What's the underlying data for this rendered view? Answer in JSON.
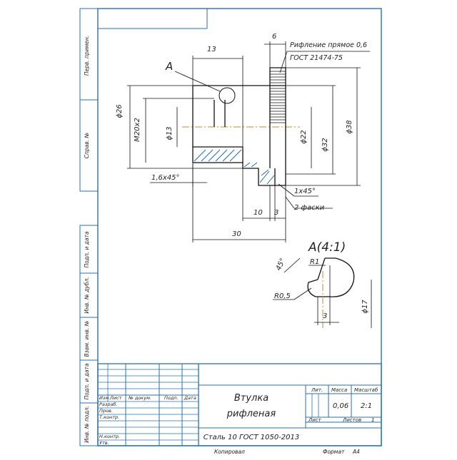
{
  "drawing": {
    "side_labels": [
      "Перв. примен.",
      "Справ. №",
      "Подп. и дата",
      "Инв. № дубл.",
      "Взам. инв. №",
      "Подп. и дата",
      "Инв. № подл."
    ],
    "dimensions": {
      "d13_top": "13",
      "d6_top": "6",
      "knurl_note_1": "Рифление прямое 0,6",
      "knurl_note_2": "ГОСТ 21474-75",
      "view_a": "А",
      "phi26": "ϕ26",
      "m20": "M20x2",
      "phi13": "ϕ13",
      "phi22": "ϕ22",
      "phi32": "ϕ32",
      "phi38": "ϕ38",
      "chamfer_left": "1,6x45°",
      "chamfer_right": "1x45°",
      "chamfer_count": "2 фаски",
      "d10": "10",
      "d3": "3",
      "d30": "30"
    },
    "detail": {
      "title": "A(4:1)",
      "angle": "45°",
      "r1": "R1",
      "r05": "R0,5",
      "d3": "3",
      "phi17": "ϕ17"
    },
    "title_block": {
      "headers": [
        "Изм.",
        "Лист",
        "№ докум.",
        "Подп.",
        "Дата"
      ],
      "rows": [
        "Разраб.",
        "Пров.",
        "Т.контр.",
        "",
        "Н.контр.",
        "Утв."
      ],
      "name_line1": "Втулка",
      "name_line2": "рифленая",
      "material": "Сталь 10 ГОСТ 1050-2013",
      "lit_label": "Лит.",
      "mass_label": "Масса",
      "scale_label": "Масштаб",
      "mass": "0,06",
      "scale": "2:1",
      "sheet_label": "Лист",
      "sheets_label": "Листов",
      "sheets_count": "1",
      "copied": "Копировал",
      "format_label": "Формат",
      "format": "A4"
    }
  }
}
